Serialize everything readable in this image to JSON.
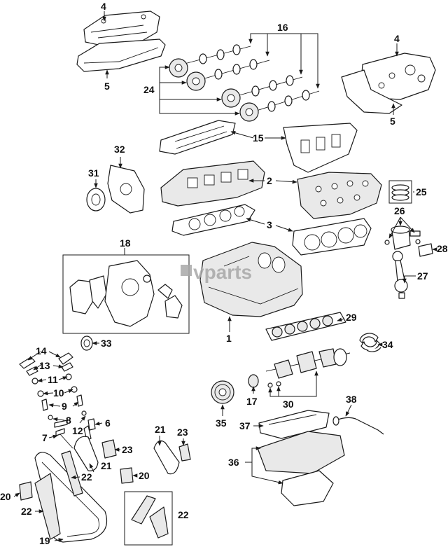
{
  "watermark": {
    "text": "vparts",
    "color": "#a8a8a8"
  },
  "callouts": {
    "c1": "1",
    "c2": "2",
    "c3a": "3",
    "c4a": "4",
    "c4b": "4",
    "c5a": "5",
    "c5b": "5",
    "c6": "6",
    "c7": "7",
    "c8": "8",
    "c9": "9",
    "c10": "10",
    "c11": "11",
    "c12": "12",
    "c13": "13",
    "c14": "14",
    "c15": "15",
    "c16": "16",
    "c17": "17",
    "c18": "18",
    "c19": "19",
    "c20a": "20",
    "c20b": "20",
    "c21a": "21",
    "c21b": "21",
    "c22a": "22",
    "c22b": "22",
    "c22c": "22",
    "c23a": "23",
    "c23b": "23",
    "c24": "24",
    "c25": "25",
    "c26": "26",
    "c27": "27",
    "c28": "28",
    "c29": "29",
    "c30": "30",
    "c31": "31",
    "c32": "32",
    "c33": "33",
    "c34": "34",
    "c35": "35",
    "c36": "36",
    "c37": "37",
    "c38": "38"
  }
}
